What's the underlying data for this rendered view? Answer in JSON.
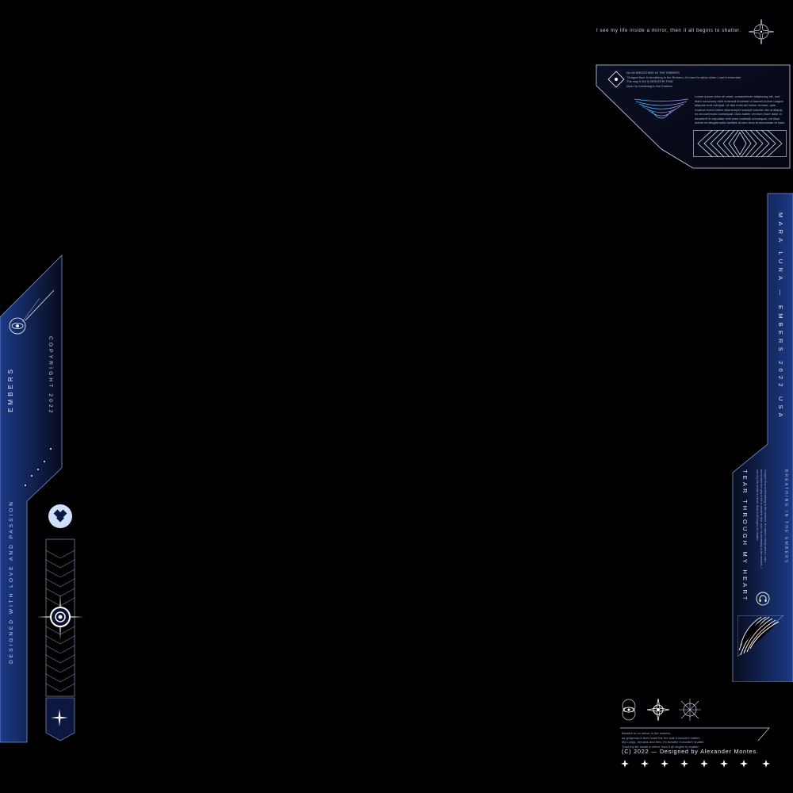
{
  "top_right": {
    "quote": "I see my life inside a mirror, then it all begins to shatter.",
    "card_lines": [
      "No.06 BREATHING IN THE EMBERS",
      "\"Gorged flour in breathing in the Embers, it's hard to sleep when I can't remember",
      "The way it felt to BREATHE FINE",
      "Now I'm breathing in the Embers"
    ],
    "lorem": "Lorem ipsum dolor sit amet, consectetuer adipiscing elit, sed diam nonummy nibh euismod tincidunt ut laoreet dolore magna aliquam erat volutpat. Ut wisi enim ad minim veniam, quis nostrud exerci tation ullamcorper suscipit lobortis nisl ut aliquip ex ea commodo consequat. Duis autem vel eum iriure dolor in hendrerit in vulputate velit esse molestie consequat, vel illum dolore eu feugiat nulla facilisis at vero eros et accumsan et iusto odio dignissim qui blandit praesent luptatum zzril delenit augue duis dolore te feugait nulla facilisi."
  },
  "right_panel": {
    "vertical_title": "MARA LUNA — EMBERS 2022 USA",
    "song_title": "TEAR THROUGH MY HEART",
    "side_text": "BREATHING IN THE EMBERS",
    "lyrics": "Gorged flour in breathing in the embers, it's hard to sleep when I can't remember the way it felt to breathe fine, now I'm breathing in the embers, I see my life inside a mirror, then it all begins to shatter."
  },
  "left_panel": {
    "embers": "EMBERS",
    "copyright": "COPYRIGHT 2022",
    "designed": "DESIGNED WITH LOVE AND PASSION"
  },
  "bottom_right": {
    "lyrics": [
      "Breathe in no sense in the embers,",
      "as gorgeous it didn't want the fire was it wouldn't matter,",
      "My Lungs, remains and then I'm breathe it wouldn't shatter.",
      "Trust my life inside a mirror, then it all begins to shatter."
    ],
    "credit": "(C) 2022 — Designed by Alexander Montes."
  },
  "colors": {
    "accent": "#2b4fa8",
    "panel": "#0c1840",
    "line": "#c9d4ff"
  }
}
